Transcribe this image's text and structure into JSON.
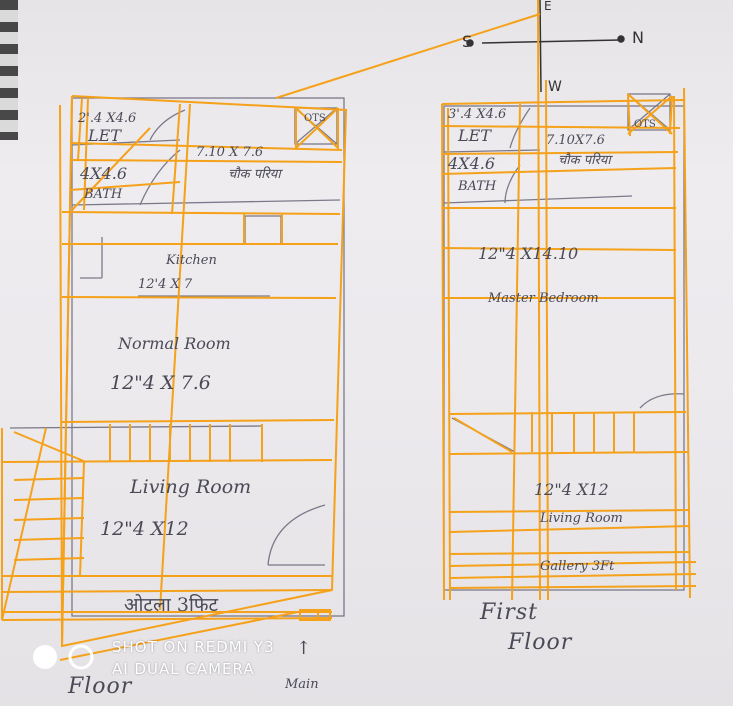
{
  "compass": {
    "south": "S",
    "north": "N",
    "east": "E",
    "west": "W"
  },
  "ground_floor": {
    "toilet": {
      "size": "2'.4 X4.6",
      "name": "LET"
    },
    "ots": "OTS",
    "bath": {
      "size": "4X4.6",
      "name": "BATH"
    },
    "chowk": {
      "size": "7.10 X 7.6",
      "name": "चौक परिया"
    },
    "kitchen": {
      "name": "Kitchen",
      "size": "12'4 X 7"
    },
    "normal_room": {
      "name": "Normal Room",
      "size": "12\"4 X 7.6"
    },
    "living_room": {
      "name": "Living Room",
      "size": "12\"4 X12"
    },
    "otla": "ओटला 3फिट",
    "main_gate": "Main",
    "floor_label": "Floor"
  },
  "first_floor": {
    "toilet": {
      "size": "3'.4 X4.6",
      "name": "LET"
    },
    "ots": "OTS",
    "bath": {
      "size": "4X4.6",
      "name": "BATH"
    },
    "chowk": {
      "size": "7.10X7.6",
      "name": "चौक परिया"
    },
    "master_bedroom": {
      "size": "12\"4 X14.10",
      "name": "Master Bedroom"
    },
    "living_room": {
      "size": "12\"4 X12",
      "name": "Living Room"
    },
    "gallery": "Gallery 3Ft",
    "floor_label_line1": "First",
    "floor_label_line2": "Floor"
  },
  "watermark": {
    "line1": "SHOT ON REDMI Y3",
    "line2": "AI DUAL CAMERA"
  },
  "colors": {
    "overlay": "#f5a11a",
    "pencil": "#4a4a57",
    "paper": "#e9e7ea"
  }
}
